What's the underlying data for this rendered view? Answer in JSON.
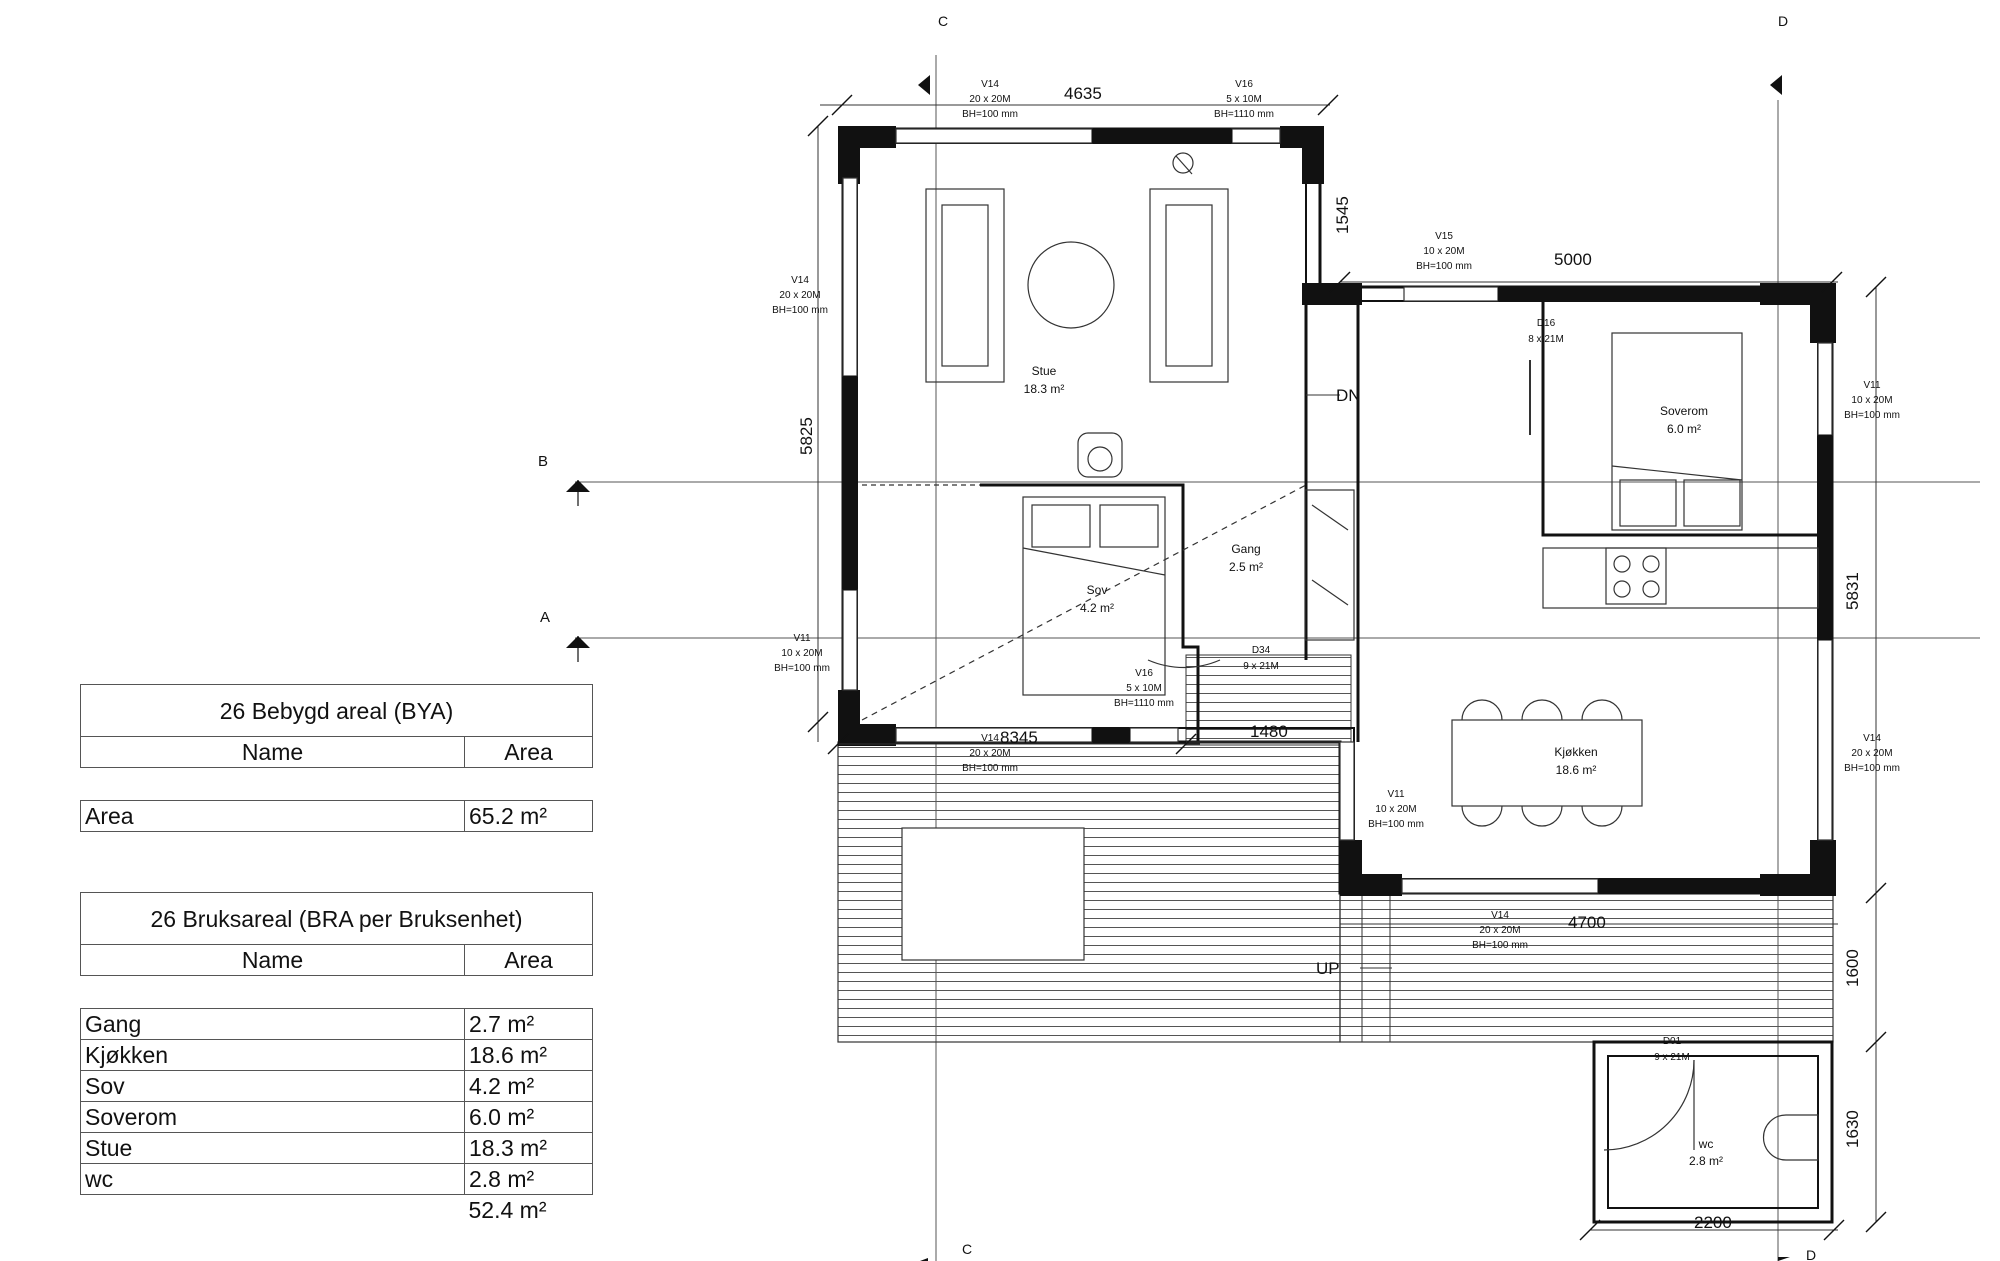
{
  "bya_table": {
    "title": "26 Bebygd areal (BYA)",
    "headers": [
      "Name",
      "Area"
    ],
    "rows": [
      {
        "name": "Area",
        "area": "65.2 m²"
      }
    ]
  },
  "bra_table": {
    "title": "26 Bruksareal (BRA per Bruksenhet)",
    "headers": [
      "Name",
      "Area"
    ],
    "rows": [
      {
        "name": "Gang",
        "area": "2.7 m²"
      },
      {
        "name": "Kjøkken",
        "area": "18.6 m²"
      },
      {
        "name": "Sov",
        "area": "4.2 m²"
      },
      {
        "name": "Soverom",
        "area": "6.0 m²"
      },
      {
        "name": "Stue",
        "area": "18.3 m²"
      },
      {
        "name": "wc",
        "area": "2.8 m²"
      }
    ],
    "total": "52.4 m²"
  },
  "grid": {
    "c_top": "C",
    "d_top": "D",
    "c_bottom": "C",
    "d_bottom": "D"
  },
  "sections": {
    "b": "B",
    "a": "A"
  },
  "rooms": {
    "stue": {
      "name": "Stue",
      "area": "18.3 m²"
    },
    "soverom": {
      "name": "Soverom",
      "area": "6.0 m²"
    },
    "gang": {
      "name": "Gang",
      "area": "2.5 m²"
    },
    "sov": {
      "name": "Sov",
      "area": "4.2 m²"
    },
    "kjokken": {
      "name": "Kjøkken",
      "area": "18.6 m²"
    },
    "wc": {
      "name": "wc",
      "area": "2.8 m²"
    }
  },
  "dimensions": {
    "d4635": "4635",
    "d5000": "5000",
    "d1545": "1545",
    "d5825": "5825",
    "d5831": "5831",
    "d8345": "8345",
    "d1480": "1480",
    "d4700": "4700",
    "d1600": "1600",
    "d1630": "1630",
    "d2200": "2200"
  },
  "stairs": {
    "down": "DN",
    "up": "UP"
  },
  "windows": {
    "w_top_left": [
      "V14",
      "20 x 20M",
      "BH=100 mm"
    ],
    "w_top_right": [
      "V16",
      "5 x 10M",
      "BH=1110 mm"
    ],
    "w_left_top": [
      "V14",
      "20 x 20M",
      "BH=100 mm"
    ],
    "w_mid_top": [
      "V15",
      "10 x 20M",
      "BH=100 mm"
    ],
    "w_right_top": [
      "V11",
      "10 x 20M",
      "BH=100 mm"
    ],
    "w_left_bottom": [
      "V11",
      "10 x 20M",
      "BH=100 mm"
    ],
    "w_sov": [
      "V16",
      "5 x 10M",
      "BH=1110 mm"
    ],
    "w_bottom_left": [
      "V14",
      "20 x 20M",
      "BH=100 mm"
    ],
    "w_right_bottom": [
      "V14",
      "20 x 20M",
      "BH=100 mm"
    ],
    "w_kitchen_left": [
      "V11",
      "10 x 20M",
      "BH=100 mm"
    ],
    "w_kitchen_bottom": [
      "V14",
      "20 x 20M",
      "BH=100 mm"
    ]
  },
  "doors": {
    "d16": [
      "D16",
      "8 x 21M"
    ],
    "d34": [
      "D34",
      "9 x 21M"
    ],
    "d01": [
      "D01",
      "9 x 21M"
    ]
  }
}
